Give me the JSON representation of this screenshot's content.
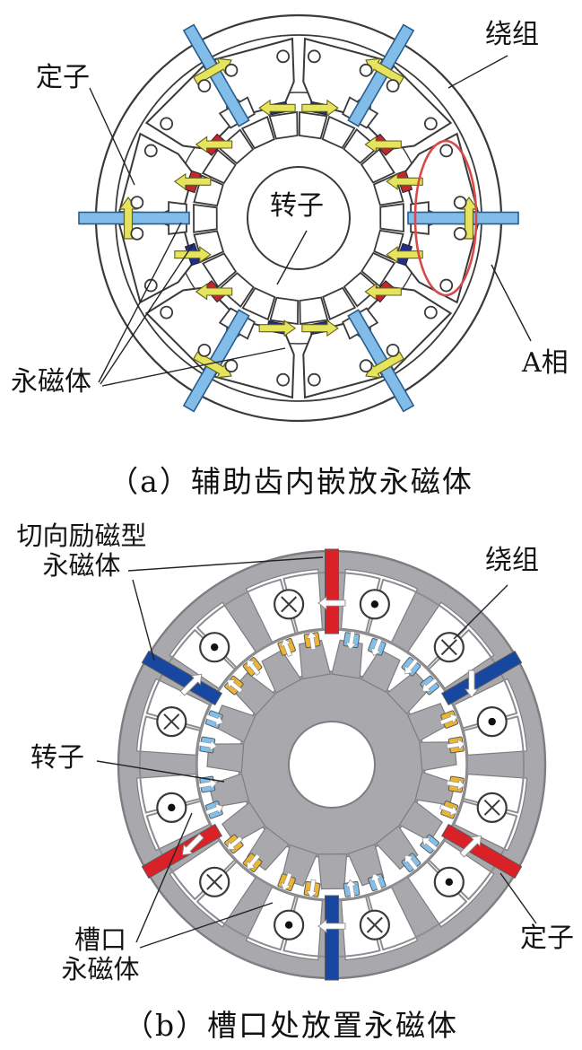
{
  "figure": {
    "panel_a": {
      "caption": "（a）辅助齿内嵌放永磁体",
      "labels": {
        "stator": "定子",
        "winding": "绕组",
        "rotor": "转子",
        "magnet": "永磁体",
        "phase_a": "A相"
      },
      "colors": {
        "bar_blue": "#82bce8",
        "bar_stroke": "#2a5d8c",
        "arrow_yellow": "#e6e35c",
        "arrow_stroke": "#63631f",
        "magnet_red": "#c1272d",
        "magnet_navy": "#202d8f",
        "outline": "#3a3a3a",
        "highlight_ellipse": "#d84a4a",
        "leader": "#222222"
      },
      "pm_bars": [
        {
          "phi": 90,
          "arrow_dir": -1
        },
        {
          "phi": 30,
          "arrow_dir": -1
        },
        {
          "phi": 330,
          "arrow_dir": 1
        },
        {
          "phi": 270,
          "arrow_dir": 1
        },
        {
          "phi": 210,
          "arrow_dir": -1
        },
        {
          "phi": 150,
          "arrow_dir": 1
        }
      ],
      "small_magnets": [
        {
          "phi": 71,
          "color": "red",
          "arrow_rot": 180
        },
        {
          "phi": 49,
          "color": "red",
          "arrow_rot": 180
        },
        {
          "phi": 11,
          "color": "navy",
          "arrow_rot": 0
        },
        {
          "phi": 349,
          "color": "navy",
          "arrow_rot": 180
        },
        {
          "phi": 311,
          "color": "red",
          "arrow_rot": 180
        },
        {
          "phi": 289,
          "color": "red",
          "arrow_rot": 180
        },
        {
          "phi": 251,
          "color": "navy",
          "arrow_rot": 0
        },
        {
          "phi": 229,
          "color": "red",
          "arrow_rot": 180
        },
        {
          "phi": 191,
          "color": "navy",
          "arrow_rot": 0
        },
        {
          "phi": 169,
          "color": "navy",
          "arrow_rot": 0
        },
        {
          "phi": 131,
          "color": "red",
          "arrow_rot": 180
        },
        {
          "phi": 109,
          "color": "navy",
          "arrow_rot": 180
        }
      ],
      "segment_count": 12,
      "rotor_teeth_count": 22,
      "leaders": [
        [
          100,
          98,
          150,
          206
        ],
        [
          566,
          62,
          500,
          98
        ],
        [
          342,
          257,
          309,
          317
        ],
        [
          110,
          426,
          202,
          248
        ],
        [
          112,
          428,
          216,
          271
        ],
        [
          114,
          430,
          318,
          388
        ],
        [
          592,
          380,
          548,
          295
        ]
      ]
    },
    "panel_b": {
      "caption": "（b）槽口处放置永磁体",
      "labels": {
        "tangential_pm_line1": "切向励磁型",
        "tangential_pm_line2": "永磁体",
        "winding": "绕组",
        "rotor": "转子",
        "slot_pm_line1": "槽口",
        "slot_pm_line2": "永磁体",
        "stator": "定子"
      },
      "colors": {
        "steel_gray": "#a9a9ad",
        "steel_stroke": "#7e7e82",
        "slot_white": "#ffffff",
        "coil_line": "#8d8d91",
        "magnet_red": "#da2128",
        "magnet_navy": "#1747a0",
        "magnet_lightblue": "#7fc1ee",
        "magnet_orange": "#edb62e",
        "arrow_white": "#ffffff",
        "leader": "#222222"
      },
      "outer_magnets": [
        {
          "phi": 0,
          "color": "red",
          "arrow_rot": 180
        },
        {
          "phi": 60,
          "color": "navy",
          "arrow_rot": 90
        },
        {
          "phi": 120,
          "color": "red",
          "arrow_rot": 315
        },
        {
          "phi": 180,
          "color": "navy",
          "arrow_rot": 180
        },
        {
          "phi": 240,
          "color": "red",
          "arrow_rot": 135
        },
        {
          "phi": 300,
          "color": "navy",
          "arrow_rot": 315
        }
      ],
      "tip_magnets": [
        {
          "phi": 351,
          "color": "orange",
          "dir": "out"
        },
        {
          "phi": 9,
          "color": "lightblue",
          "dir": "in"
        },
        {
          "phi": 21,
          "color": "lightblue",
          "dir": "in"
        },
        {
          "phi": 39,
          "color": "lightblue",
          "dir": "in"
        },
        {
          "phi": 51,
          "color": "lightblue",
          "dir": "in"
        },
        {
          "phi": 69,
          "color": "orange",
          "dir": "out"
        },
        {
          "phi": 81,
          "color": "orange",
          "dir": "out"
        },
        {
          "phi": 99,
          "color": "orange",
          "dir": "out"
        },
        {
          "phi": 111,
          "color": "orange",
          "dir": "out"
        },
        {
          "phi": 129,
          "color": "lightblue",
          "dir": "in"
        },
        {
          "phi": 141,
          "color": "lightblue",
          "dir": "in"
        },
        {
          "phi": 159,
          "color": "lightblue",
          "dir": "in"
        },
        {
          "phi": 171,
          "color": "lightblue",
          "dir": "in"
        },
        {
          "phi": 189,
          "color": "orange",
          "dir": "out"
        },
        {
          "phi": 201,
          "color": "orange",
          "dir": "out"
        },
        {
          "phi": 219,
          "color": "orange",
          "dir": "out"
        },
        {
          "phi": 231,
          "color": "orange",
          "dir": "out"
        },
        {
          "phi": 249,
          "color": "lightblue",
          "dir": "in"
        },
        {
          "phi": 261,
          "color": "lightblue",
          "dir": "in"
        },
        {
          "phi": 279,
          "color": "lightblue",
          "dir": "in"
        },
        {
          "phi": 291,
          "color": "lightblue",
          "dir": "in"
        },
        {
          "phi": 309,
          "color": "orange",
          "dir": "out"
        },
        {
          "phi": 321,
          "color": "orange",
          "dir": "out"
        },
        {
          "phi": 339,
          "color": "orange",
          "dir": "out"
        }
      ],
      "winding_slots": [
        {
          "phi": 15,
          "symbol": "dot"
        },
        {
          "phi": 45,
          "symbol": "cross"
        },
        {
          "phi": 75,
          "symbol": "dot"
        },
        {
          "phi": 105,
          "symbol": "cross"
        },
        {
          "phi": 135,
          "symbol": "dot"
        },
        {
          "phi": 165,
          "symbol": "cross"
        },
        {
          "phi": 195,
          "symbol": "dot"
        },
        {
          "phi": 225,
          "symbol": "cross"
        },
        {
          "phi": 255,
          "symbol": "dot"
        },
        {
          "phi": 285,
          "symbol": "cross"
        },
        {
          "phi": 315,
          "symbol": "dot"
        },
        {
          "phi": 345,
          "symbol": "cross"
        }
      ],
      "rotor_teeth_count": 19,
      "leaders": [
        [
          143,
          636,
          360,
          621
        ],
        [
          148,
          646,
          172,
          736
        ],
        [
          566,
          652,
          506,
          712
        ],
        [
          108,
          848,
          250,
          871
        ],
        [
          152,
          1050,
          214,
          906
        ],
        [
          156,
          1056,
          304,
          1006
        ],
        [
          598,
          1029,
          558,
          973
        ]
      ]
    }
  }
}
